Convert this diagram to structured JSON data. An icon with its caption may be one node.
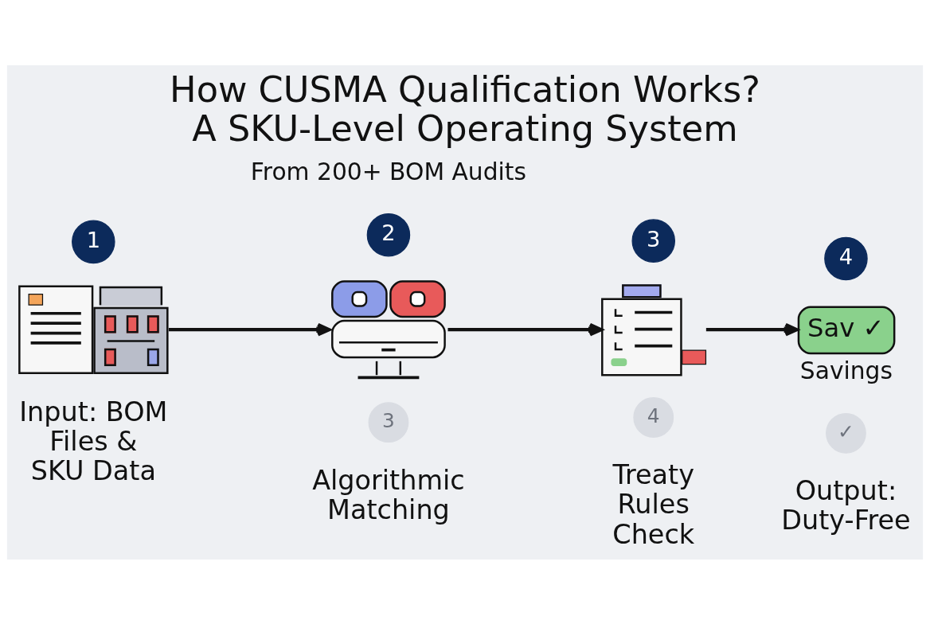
{
  "diagram": {
    "title": "How CUSMA Qualification Works? A SKU-Level Operating System",
    "nodes": [
      {
        "text": [
          "1"
        ]
      },
      {
        "text": [
          "2"
        ]
      },
      {
        "text": [
          "3"
        ]
      },
      {
        "text": [
          "4"
        ]
      },
      {
        "text": [],
        "shape": "picture"
      },
      {
        "text": [],
        "shape": "picture"
      },
      {
        "text": [],
        "shape": "picture"
      },
      {
        "text": [
          "Sav ✓"
        ],
        "beside": [
          "Savings"
        ]
      },
      {
        "text": [
          "3"
        ]
      },
      {
        "text": [
          "4"
        ]
      },
      {
        "text": [
          "✓"
        ]
      }
    ],
    "edges": [
      {
        "from": 4,
        "to": 5,
        "arrow": "to"
      },
      {
        "from": 5,
        "to": 6,
        "arrow": "to"
      },
      {
        "from": 6,
        "to": 7,
        "arrow": "to"
      }
    ],
    "labels": [
      "From 200+ BOM Audits",
      "Input: BOM Files & SKU Data",
      "Algorithmic Matching",
      "Treaty Rules Check",
      "Output: Duty-Free"
    ]
  }
}
